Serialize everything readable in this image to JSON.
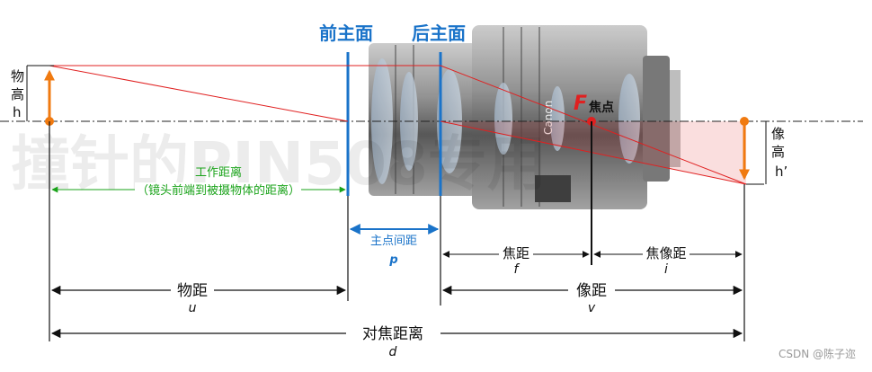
{
  "labels": {
    "front_principal_plane": "前主面",
    "rear_principal_plane": "后主面",
    "focal_point_letter": "F",
    "focal_point_text": "焦点",
    "object_height": [
      "物",
      "高",
      "h"
    ],
    "image_height": [
      "像",
      "高",
      "h’"
    ],
    "working_distance_line1": "工作距离",
    "working_distance_line2": "（镜头前端到被摄物体的距离）",
    "principal_point_spacing": "主点间距",
    "principal_point_spacing_var": "p",
    "focal_length": "焦距",
    "focal_length_var": "f",
    "image_focal_distance": "焦像距",
    "image_focal_distance_var": "i",
    "object_distance": "物距",
    "object_distance_var": "u",
    "image_distance": "像距",
    "image_distance_var": "v",
    "focus_distance": "对焦距离",
    "focus_distance_var": "d"
  },
  "lens_marking": "Canon",
  "watermark": "撞针的PIN508专用",
  "credit": "CSDN @陈子迩",
  "colors": {
    "blue": "#1a73c9",
    "red": "#e02020",
    "orange": "#f07a10",
    "green": "#1aa31a",
    "black": "#111111"
  }
}
